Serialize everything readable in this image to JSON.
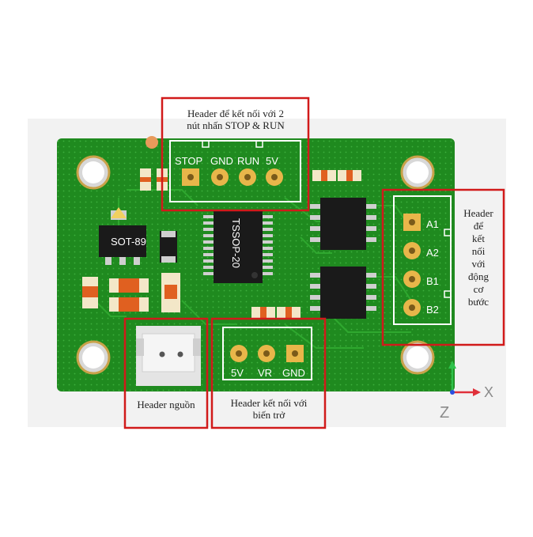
{
  "board": {
    "chip_main": "TSSOP-20",
    "chip_regulator": "SOT-89",
    "pins_top": [
      "STOP",
      "GND",
      "RUN",
      "5V"
    ],
    "pins_bottom": [
      "5V",
      "VR",
      "GND"
    ],
    "pins_right": [
      "A1",
      "A2",
      "B1",
      "B2"
    ]
  },
  "axes": {
    "x": "X",
    "z": "Z"
  },
  "callouts": {
    "top": [
      "Header để kết nối với 2",
      "nút nhấn STOP & RUN"
    ],
    "right": [
      "Header",
      "để",
      "kết",
      "nối",
      "với",
      "động",
      "cơ",
      "bước"
    ],
    "power": "Header nguồn",
    "pot": [
      "Header kết nối với",
      "biến trở"
    ]
  },
  "colors": {
    "pcb": "#1f8a1f",
    "callout_border": "#d11a1a",
    "pad": "#e8b64a",
    "axis_x": "#e0303a",
    "axis_y": "#2ec24a",
    "axis_z": "#2a4fe0"
  }
}
